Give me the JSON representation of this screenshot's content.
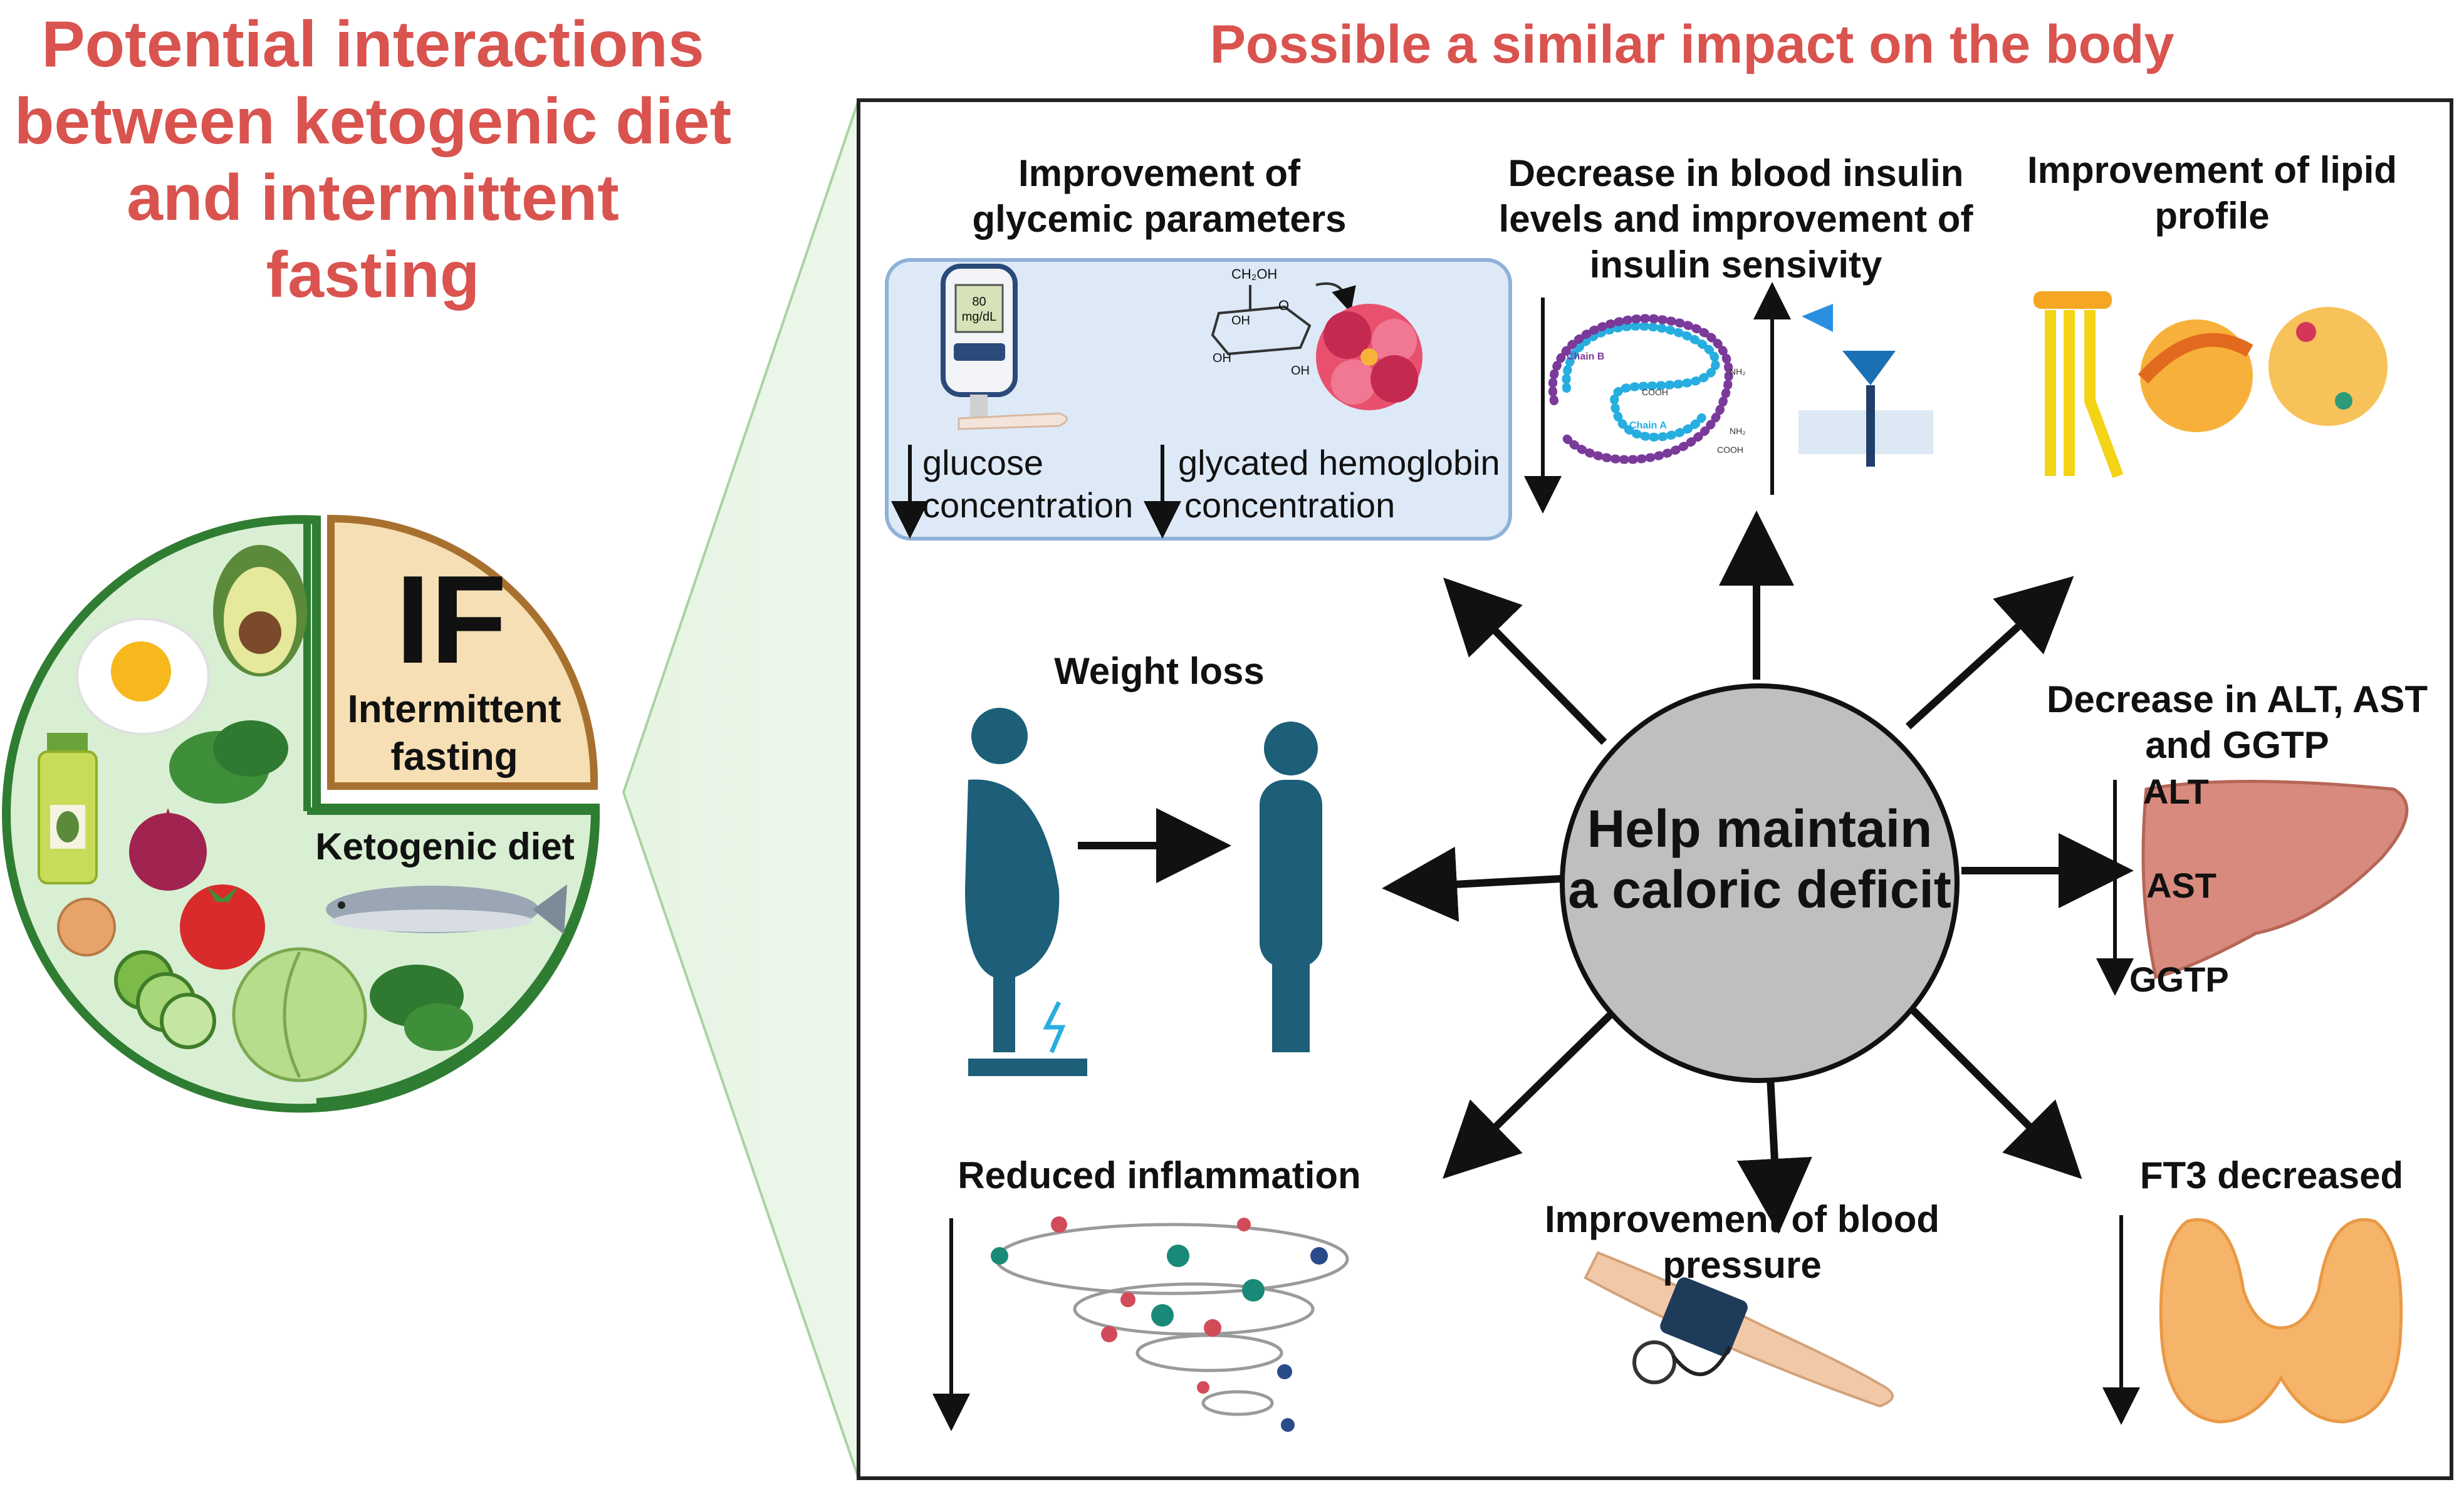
{
  "left_title": {
    "line1": "Potential interactions",
    "line2": "between ketogenic diet",
    "line3": "and intermittent fasting"
  },
  "right_title": "Possible a similar impact on the body",
  "plate": {
    "if_big": "IF",
    "if_label_1": "Intermittent",
    "if_label_2": "fasting",
    "keto_label": "Ketogenic diet"
  },
  "center": {
    "line1": "Help maintain",
    "line2": "a caloric deficit"
  },
  "glycemic": {
    "title_1": "Improvement of",
    "title_2": "glycemic parameters",
    "meter_text_1": "80",
    "meter_text_2": "mg/dL",
    "glucose_1": "glucose",
    "glucose_2": "concentration",
    "hb_1": "glycated hemoglobin",
    "hb_2": "concentration",
    "chem_ch2oh": "CH₂OH",
    "chem_oh": "OH",
    "chem_o": "O"
  },
  "insulin": {
    "title_1": "Decrease in blood insulin",
    "title_2": "levels and improvement of",
    "title_3": "insulin sensivity",
    "chain_a": "Chain A",
    "chain_b": "Chain B",
    "cooh": "COOH",
    "nh2": "NH₂"
  },
  "lipid": {
    "title_1": "Improvement of lipid",
    "title_2": "profile"
  },
  "weight": {
    "title": "Weight loss"
  },
  "liver": {
    "title_1": "Decrease in ALT, AST",
    "title_2": "and GGTP",
    "alt": "ALT",
    "ast": "AST",
    "ggtp": "GGTP"
  },
  "inflammation": {
    "title": "Reduced inflammation"
  },
  "blood_pressure": {
    "title_1": "Improvement of blood",
    "title_2": "pressure"
  },
  "thyroid": {
    "title": "FT3 decreased"
  },
  "colors": {
    "title_red": "#d9534f",
    "plate_green": "#d9efd3",
    "plate_border": "#2f7d32",
    "if_fill": "#f6dfb4",
    "if_border": "#a8702e",
    "person_teal": "#1d5e78",
    "circle_gray": "#bfbfbf",
    "glyc_box": "#dde9f7",
    "glyc_border": "#8fb1d8",
    "liver": "#d98a7e",
    "thyroid": "#f6b46a"
  }
}
